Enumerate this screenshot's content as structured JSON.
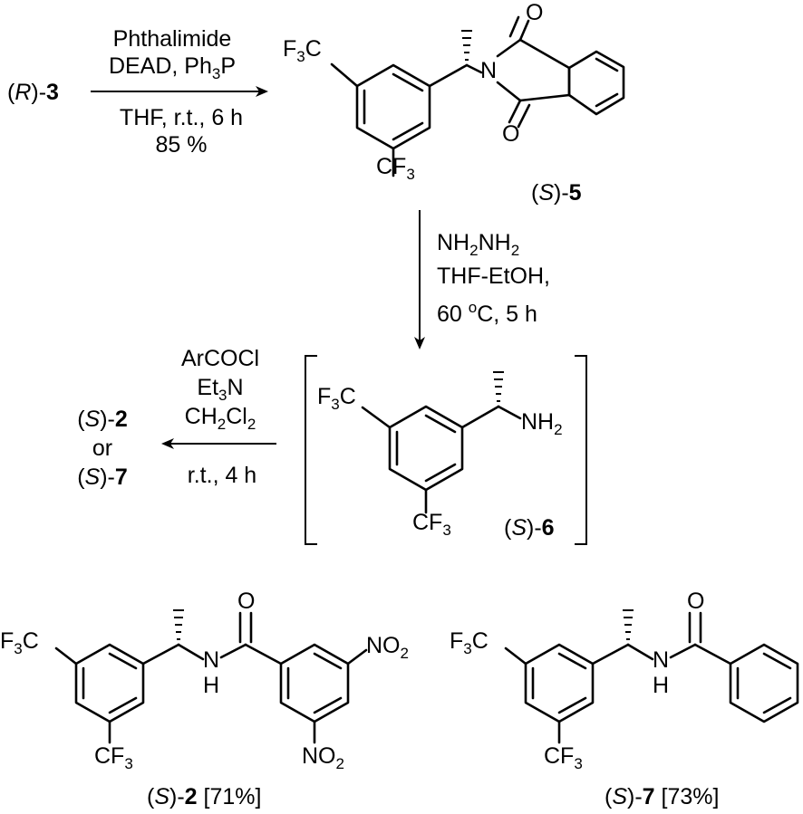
{
  "step1": {
    "start_pre": "(",
    "start_italic": "R",
    "start_post": ")-",
    "start_num": "3",
    "reagent_1": "Phthalimide",
    "reagent_2_pre": "DEAD, Ph",
    "reagent_2_sub": "3",
    "reagent_2_post": "P",
    "conditions": "THF, r.t., 6 h",
    "yield": "85 %"
  },
  "compound5": {
    "label_pre": "(",
    "label_italic": "S",
    "label_post": ")-",
    "label_num": "5",
    "atom_f3c_pre": "F",
    "atom_f3c_sub": "3",
    "atom_f3c_post": "C",
    "atom_cf3_pre": "CF",
    "atom_cf3_sub": "3",
    "atom_n": "N",
    "atom_o_top": "O",
    "atom_o_bottom": "O"
  },
  "step2": {
    "reagent_1_a": "NH",
    "reagent_1_b": "2",
    "reagent_1_c": "NH",
    "reagent_1_d": "2",
    "solvent": "THF-EtOH,",
    "temp_num": "60 ",
    "temp_sup": "o",
    "temp_rest": "C, 5 h"
  },
  "compound6": {
    "label_pre": "(",
    "label_italic": "S",
    "label_post": ")-",
    "label_num": "6",
    "atom_f3c_pre": "F",
    "atom_f3c_sub": "3",
    "atom_f3c_post": "C",
    "atom_cf3_pre": "CF",
    "atom_cf3_sub": "3",
    "atom_nh2_pre": "NH",
    "atom_nh2_sub": "2"
  },
  "step3": {
    "reagent_1": "ArCOCl",
    "reagent_2_pre": "Et",
    "reagent_2_sub": "3",
    "reagent_2_post": "N",
    "reagent_3_a": "CH",
    "reagent_3_b": "2",
    "reagent_3_c": "Cl",
    "reagent_3_d": "2",
    "conditions": "r.t., 4 h",
    "product_a_pre": "(",
    "product_a_italic": "S",
    "product_a_post": ")-",
    "product_a_num": "2",
    "or_text": "or",
    "product_b_pre": "(",
    "product_b_italic": "S",
    "product_b_post": ")-",
    "product_b_num": "7"
  },
  "compound2": {
    "label_pre": "(",
    "label_italic": "S",
    "label_post": ")-",
    "label_num": "2",
    "label_yield": " [71%]",
    "atom_f3c_pre": "F",
    "atom_f3c_sub": "3",
    "atom_f3c_post": "C",
    "atom_cf3_pre": "CF",
    "atom_cf3_sub": "3",
    "atom_n": "N",
    "atom_h": "H",
    "atom_o": "O",
    "atom_no2_pre": "NO",
    "atom_no2_sub": "2"
  },
  "compound7": {
    "label_pre": "(",
    "label_italic": "S",
    "label_post": ")-",
    "label_num": "7",
    "label_yield": " [73%]",
    "atom_f3c_pre": "F",
    "atom_f3c_sub": "3",
    "atom_f3c_post": "C",
    "atom_cf3_pre": "CF",
    "atom_cf3_sub": "3",
    "atom_n": "N",
    "atom_h": "H",
    "atom_o": "O"
  }
}
